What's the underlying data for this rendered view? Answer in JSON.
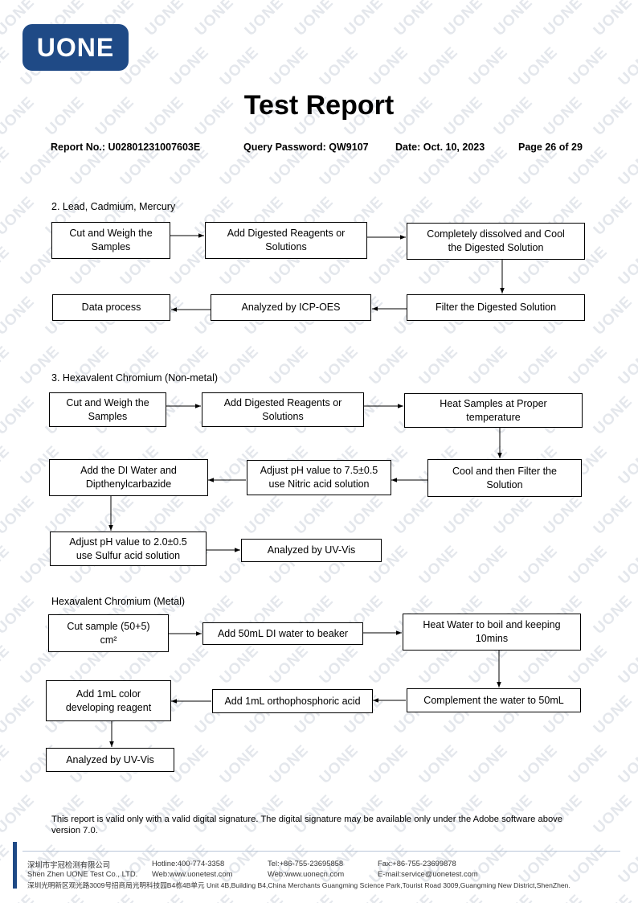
{
  "logo": "UONE",
  "watermark_text": "UONE",
  "title": "Test Report",
  "header": {
    "report_no": "Report No.: U02801231007603E",
    "query_password": "Query Password: QW9107",
    "date": "Date: Oct. 10, 2023",
    "page": "Page 26 of 29"
  },
  "section2": {
    "heading": "2.  Lead, Cadmium, Mercury",
    "steps": {
      "cut_weigh": "Cut and Weigh the\nSamples",
      "add_reagents": "Add Digested Reagents or\nSolutions",
      "dissolve_cool": "Completely dissolved and Cool\nthe Digested Solution",
      "filter": "Filter the Digested Solution",
      "icp": "Analyzed by ICP-OES",
      "data_process": "Data process"
    }
  },
  "section3": {
    "heading": "3.  Hexavalent Chromium (Non-metal)",
    "steps": {
      "cut_weigh": "Cut and Weigh the\nSamples",
      "add_reagents": "Add Digested Reagents or\nSolutions",
      "heat": "Heat Samples at Proper\ntemperature",
      "cool_filter": "Cool and then Filter the\nSolution",
      "adjust_ph_nitric": "Adjust pH value to 7.5±0.5\nuse Nitric acid solution",
      "add_di": "Add the DI Water and\nDipthenylcarbazide",
      "adjust_ph_sulfur": "Adjust pH value to 2.0±0.5\nuse Sulfur acid solution",
      "uv_vis": "Analyzed by UV-Vis"
    }
  },
  "section_metal": {
    "heading": "Hexavalent Chromium (Metal)",
    "steps": {
      "cut_sample": "Cut sample (50+5)\ncm²",
      "add_di": "Add 50mL DI water to beaker",
      "heat_water": "Heat Water to boil and keeping\n10mins",
      "complement": "Complement the water to 50mL",
      "orthophosphoric": "Add 1mL orthophosphoric acid",
      "color_reagent": "Add 1mL color\ndeveloping reagent",
      "uv_vis": "Analyzed by UV-Vis"
    }
  },
  "disclaimer": "This report is valid only with a valid digital signature. The digital signature may be available only under the Adobe software above version 7.0.",
  "footer": {
    "company_cn": "深圳市宇冠检测有限公司",
    "company_en": "Shen Zhen UONE Test Co., LTD.",
    "hotline": "Hotline:400-774-3358",
    "web1": "Web:www.uonetest.com",
    "tel": "Tel:+86-755-23695858",
    "web2": "Web:www.uonecn.com",
    "fax": "Fax:+86-755-23699878",
    "email": "E-mail:service@uonetest.com",
    "address": "深圳光明新区观光路3009号招商局光明科技园B4栋4B单元  Unit 4B,Building B4,China Merchants Guangming Science Park,Tourist Road 3009,Guangming New District,ShenZhen."
  },
  "colors": {
    "brand": "#1f4a86",
    "watermark": "#e4e7ec"
  }
}
